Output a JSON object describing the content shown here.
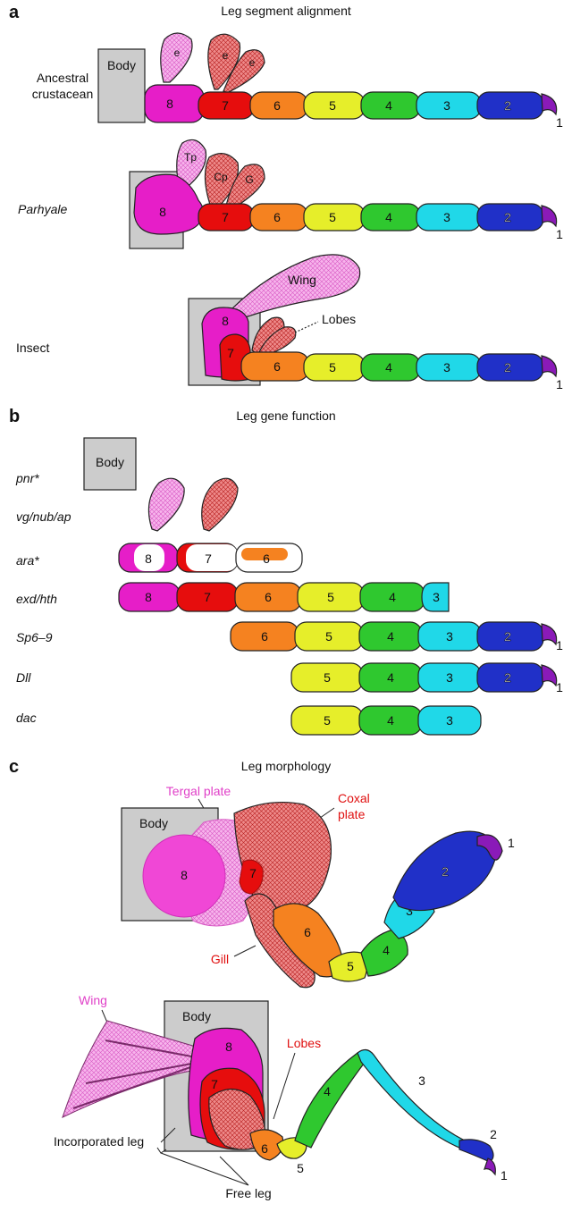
{
  "panels": {
    "a": {
      "letter": "a",
      "title": "Leg segment alignment",
      "rows": [
        {
          "label_line1": "Ancestral",
          "label_line2": "crustacean",
          "body": "Body",
          "exites": [
            "e",
            "e",
            "e"
          ]
        },
        {
          "label": "Parhyale",
          "exites": [
            "Tp",
            "Cp",
            "G"
          ]
        },
        {
          "label": "Insect",
          "wing": "Wing",
          "lobes": "Lobes"
        }
      ]
    },
    "b": {
      "letter": "b",
      "title": "Leg gene function",
      "body": "Body",
      "genes": [
        "pnr*",
        "vg/nub/ap",
        "ara*",
        "exd/hth",
        "Sp6–9",
        "Dll",
        "dac"
      ]
    },
    "c": {
      "letter": "c",
      "title": "Leg morphology",
      "crustacean": {
        "body": "Body",
        "tergal_plate": "Tergal plate",
        "coxal_plate_line1": "Coxal",
        "coxal_plate_line2": "plate",
        "gill": "Gill"
      },
      "insect": {
        "body": "Body",
        "wing": "Wing",
        "lobes": "Lobes",
        "incorporated_leg": "Incorporated leg",
        "free_leg": "Free leg"
      }
    }
  },
  "segments": {
    "s1": "1",
    "s2": "2",
    "s3": "3",
    "s4": "4",
    "s5": "5",
    "s6": "6",
    "s7": "7",
    "s8": "8"
  },
  "colors": {
    "seg8": "#e61ec8",
    "seg7": "#e60d0d",
    "seg6": "#f58220",
    "seg5": "#e6ee2a",
    "seg4": "#2fc82f",
    "seg3": "#20d8e8",
    "seg2": "#2030c8",
    "seg1": "#8a1ab8",
    "body": "#cccccc",
    "pink_exite": "#f5a0e6",
    "red_exite": "#e87070"
  }
}
